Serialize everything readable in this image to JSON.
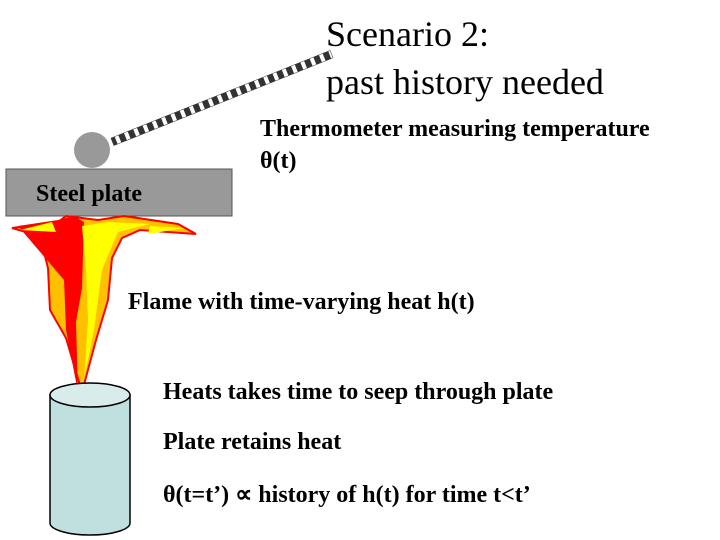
{
  "title": {
    "line1": "Scenario 2:",
    "line2": "past history needed"
  },
  "labels": {
    "thermometer": "Thermometer measuring temperature",
    "theta": "θ(t)",
    "steel_plate": "Steel plate",
    "flame": "Flame with time-varying heat h(t)"
  },
  "notes": [
    "Heats takes time to seep through plate",
    "Plate retains heat",
    "θ(t=t’) ∝ history of h(t) for time t<t’"
  ],
  "colors": {
    "plate": "#999999",
    "thermometer_bulb": "#999999",
    "thermometer_stripe": "#333333",
    "flame_red": "#ff0000",
    "flame_orange": "#ffc000",
    "flame_yellow": "#ffff00",
    "burner": "#c0e0e0"
  }
}
